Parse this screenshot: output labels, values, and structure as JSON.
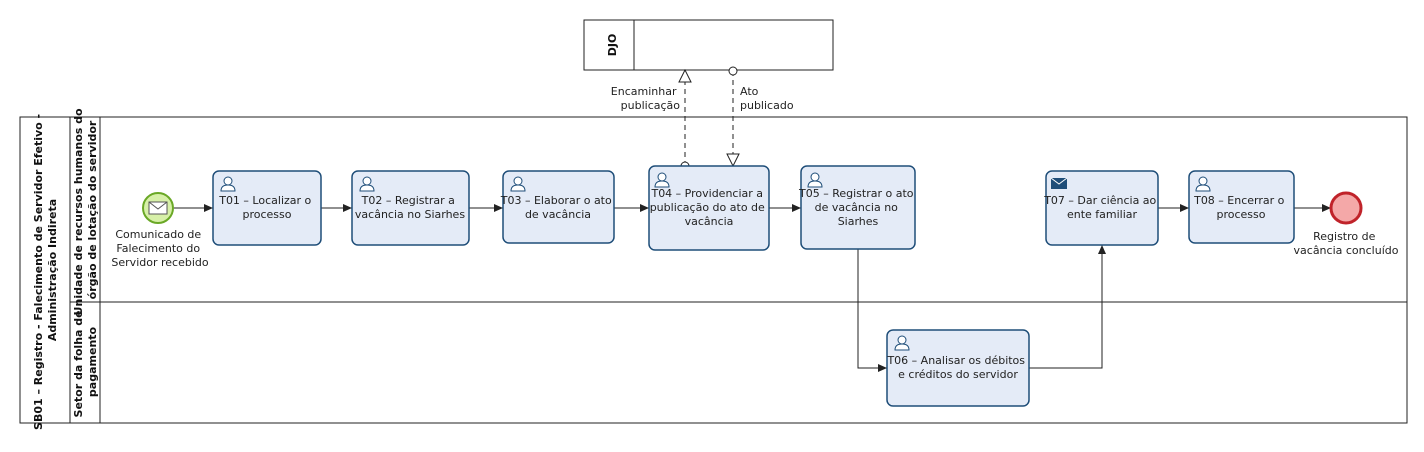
{
  "external_pool": {
    "name": "DJO"
  },
  "pool": {
    "name_line1": "SB01 – Registro - Falecimento de Servidor Efetivo -",
    "name_line2": "Administração Indireta"
  },
  "lanes": {
    "rh_line1": "Unidade de recursos humanos do",
    "rh_line2": "órgão de lotação do servidor",
    "folha_line1": "Setor da folha de",
    "folha_line2": "pagamento"
  },
  "start_event": {
    "icon": "envelope-icon",
    "label": [
      "Comunicado de",
      "Falecimento do",
      "Servidor recebido"
    ]
  },
  "end_event": {
    "label": [
      "Registro de",
      "vacância concluído"
    ]
  },
  "tasks": {
    "t01": {
      "icon": "user-icon",
      "lines": [
        "T01 – Localizar o",
        "processo"
      ]
    },
    "t02": {
      "icon": "user-icon",
      "lines": [
        "T02 – Registrar a",
        "vacância no Siarhes"
      ]
    },
    "t03": {
      "icon": "user-icon",
      "lines": [
        "T03 – Elaborar o ato",
        "de vacância"
      ]
    },
    "t04": {
      "icon": "user-icon",
      "lines": [
        "T04 – Providenciar a",
        "publicação do ato de",
        "vacância"
      ]
    },
    "t05": {
      "icon": "user-icon",
      "lines": [
        "T05 – Registrar o ato",
        "de vacância no",
        "Siarhes"
      ]
    },
    "t06": {
      "icon": "user-icon",
      "lines": [
        "T06 – Analisar os débitos",
        "e créditos do servidor"
      ]
    },
    "t07": {
      "icon": "envelope-icon",
      "lines": [
        "T07 – Dar ciência ao",
        "ente familiar"
      ]
    },
    "t08": {
      "icon": "user-icon",
      "lines": [
        "T08 – Encerrar o",
        "processo"
      ]
    }
  },
  "messages": {
    "encaminhar": [
      "Encaminhar",
      "publicação"
    ],
    "ato": [
      "Ato",
      "publicado"
    ]
  },
  "colors": {
    "task_fill": "#e4ebf7",
    "task_stroke": "#1f4e79",
    "start_fill": "#d7f0a8",
    "start_stroke": "#6aa826",
    "end_fill": "#f4a8a8",
    "end_stroke": "#c0232a",
    "line": "#222222"
  }
}
